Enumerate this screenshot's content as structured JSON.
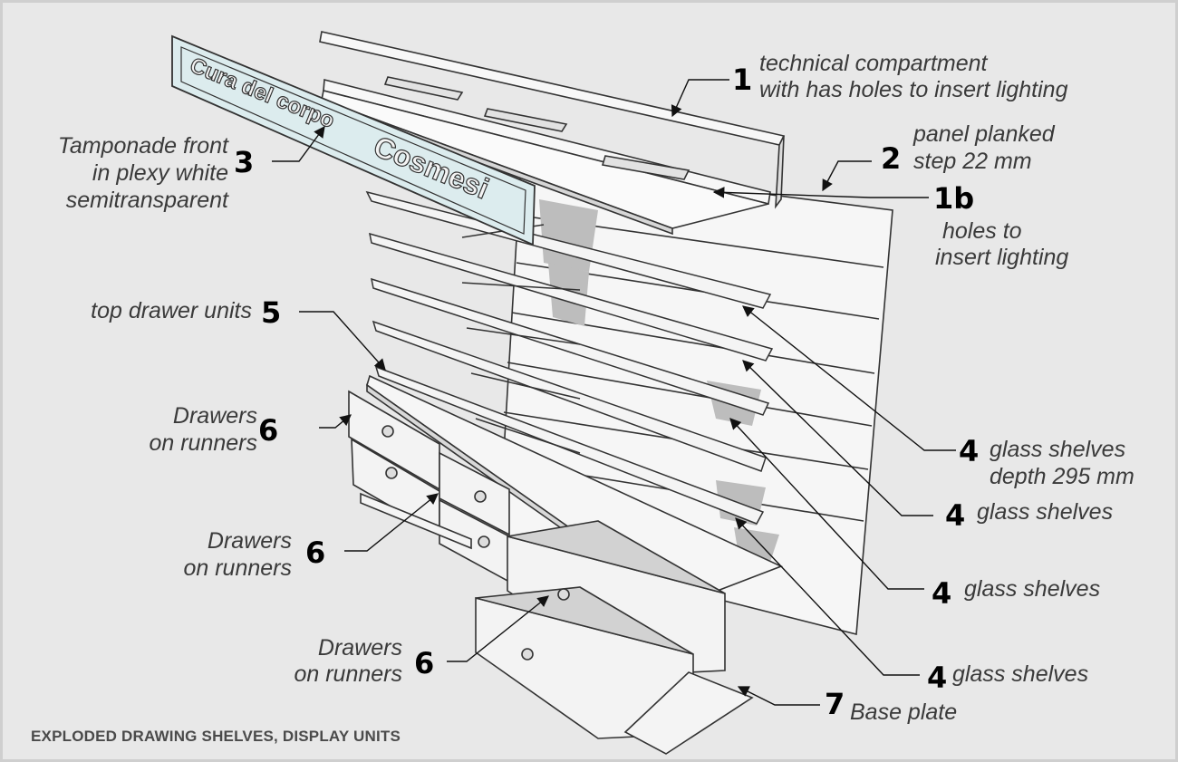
{
  "caption": "EXPLODED DRAWING  SHELVES, DISPLAY UNITS",
  "sign": {
    "line1": "Cura del corpo",
    "line2": "Cosmesi"
  },
  "callouts": {
    "c1": {
      "num": "1",
      "line1": "technical compartment",
      "line2": "with has holes to insert lighting"
    },
    "c2": {
      "num": "2",
      "line1": "panel planked",
      "line2": "step 22 mm"
    },
    "c1b": {
      "num": "1b",
      "line1": "holes to",
      "line2": "insert lighting"
    },
    "c3": {
      "num": "3",
      "line1": "Tamponade front",
      "line2": "in plexy white",
      "line3": "semitransparent"
    },
    "c5": {
      "num": "5",
      "line1": "top drawer units"
    },
    "c6a": {
      "num": "6",
      "line1": "Drawers",
      "line2": "on runners"
    },
    "c6b": {
      "num": "6",
      "line1": "Drawers",
      "line2": "on runners"
    },
    "c6c": {
      "num": "6",
      "line1": "Drawers",
      "line2": "on runners"
    },
    "c4a": {
      "num": "4",
      "line1": "glass shelves",
      "line2": "depth 295 mm"
    },
    "c4b": {
      "num": "4",
      "line1": "glass shelves"
    },
    "c4c": {
      "num": "4",
      "line1": "glass shelves"
    },
    "c4d": {
      "num": "4",
      "line1": "glass shelves"
    },
    "c7": {
      "num": "7",
      "line1": "Base plate"
    }
  },
  "colors": {
    "background": "#e8e8e8",
    "panel": "#f6f6f6",
    "shadow": "#b8b8b8",
    "sign": "#dcecee",
    "line": "#333333"
  }
}
